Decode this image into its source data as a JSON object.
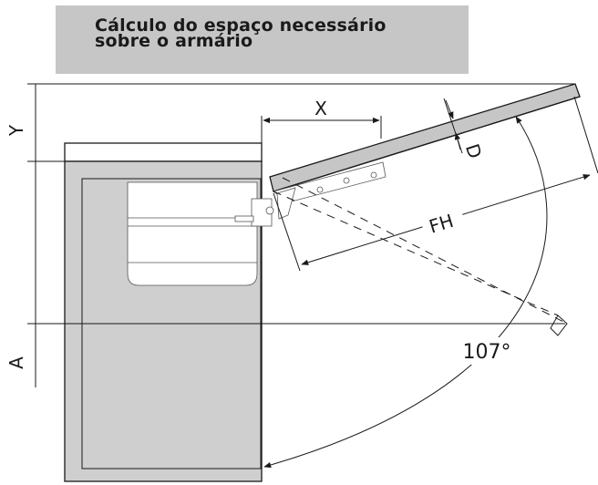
{
  "title": {
    "line1": "Cálculo do espaço necessário",
    "line2": "sobre o armário"
  },
  "labels": {
    "x": "X",
    "y": "Y",
    "d": "D",
    "fh": "FH",
    "a": "A",
    "angle": "107°"
  },
  "colors": {
    "title_bg": "#c6c6c6",
    "cabinet_fill": "#cfcfcf",
    "line": "#1a1a1a"
  }
}
